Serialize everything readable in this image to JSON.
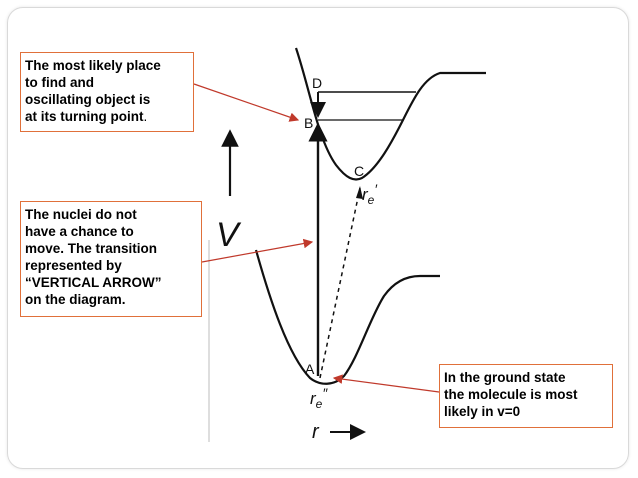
{
  "callouts": {
    "turning_point": {
      "line1": "The most likely place",
      "line2": "to find and",
      "line3": "oscillating object is",
      "line4": "at its turning point",
      "line4_end": "."
    },
    "vertical_transition": {
      "line1": "The nuclei do not",
      "line2": "have a chance to",
      "line3": "move. The transition",
      "line4": "represented by",
      "line5": "“VERTICAL ARROW”",
      "line6": "on the diagram."
    },
    "ground_state": {
      "line1": "In the ground state",
      "line2": "the molecule is most",
      "line3": "likely in v=0"
    }
  },
  "diagram": {
    "point_labels": {
      "a": "A",
      "b": "B",
      "c": "C",
      "d": "D"
    },
    "upper_minimum_label": "r",
    "upper_minimum_subscript": "e",
    "upper_minimum_prime": "′",
    "lower_minimum_label": "r",
    "lower_minimum_subscript": "e",
    "lower_minimum_prime": "″",
    "y_axis_label": "V",
    "x_axis_label": "r"
  },
  "colors": {
    "callout_border": "#e0703a",
    "pointer": "#c0392b",
    "ink": "#111111"
  }
}
